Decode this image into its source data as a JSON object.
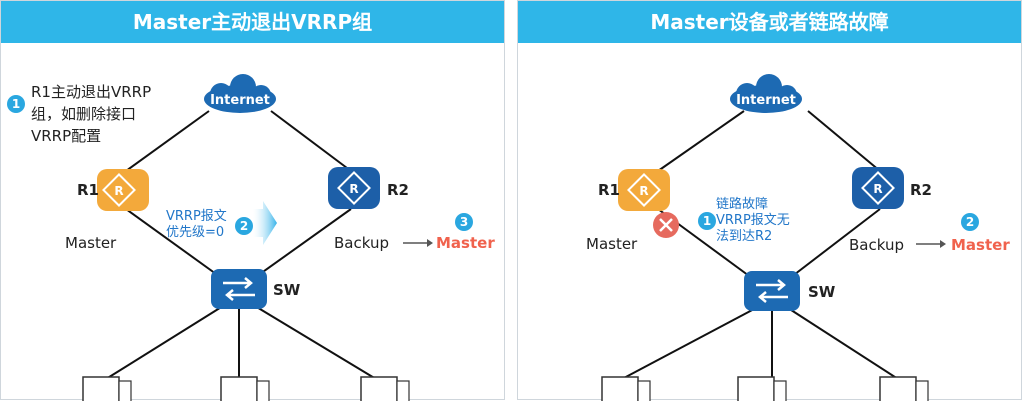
{
  "left": {
    "title": "Master主动退出VRRP组",
    "internet": "Internet",
    "r1_label": "R1",
    "r2_label": "R2",
    "sw_label": "SW",
    "r1_role": "Master",
    "r2_role": "Backup",
    "r2_new_role": "Master",
    "step1_num": "1",
    "step1_text": "R1主动退出VRRP\n组，如删除接口\nVRRP配置",
    "step2_num": "2",
    "step2_text": "VRRP报文\n优先级=0",
    "step3_num": "3"
  },
  "right": {
    "title": "Master设备或者链路故障",
    "internet": "Internet",
    "r1_label": "R1",
    "r2_label": "R2",
    "sw_label": "SW",
    "r1_role": "Master",
    "r2_role": "Backup",
    "r2_new_role": "Master",
    "step1_num": "1",
    "step1_text": "链路故障\nVRRP报文无\n法到达R2",
    "step2_num": "2"
  },
  "colors": {
    "header": "#2fb6e8",
    "router_master": "#f3a93b",
    "router_backup": "#1d5fa8",
    "switch": "#1d6ab3",
    "cloud": "#1d6ab3",
    "accent_red": "#f0624d",
    "step_badge": "#2aa7e0",
    "link_fail": "#e66a5e"
  },
  "icons": [
    "cloud-icon",
    "router-icon",
    "switch-icon",
    "pc-icon",
    "arrow-icon",
    "failure-x-icon"
  ]
}
